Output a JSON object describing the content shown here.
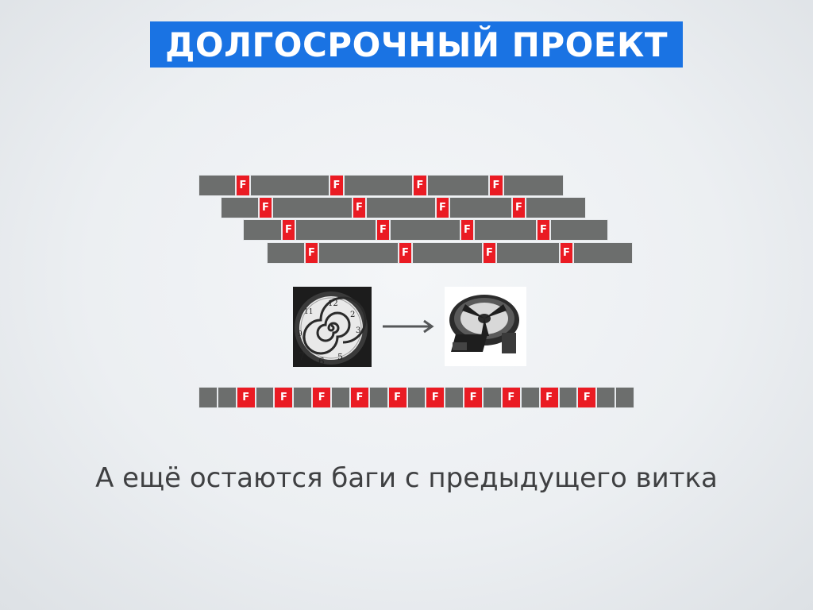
{
  "slide": {
    "title": "ДОЛГОСРОЧНЫЙ ПРОЕКТ",
    "caption": "А ещё остаются баги с предыдущего витка"
  },
  "diagram": {
    "marker_label": "F",
    "marker_color": "#ea1b23",
    "block_color": "#6c6e6d",
    "title_color": "#1a73e3",
    "staggered_strips": [
      [
        "block",
        "F",
        "block",
        "F",
        "block",
        "F",
        "block",
        "F",
        "block"
      ],
      [
        "block",
        "F",
        "block",
        "F",
        "block",
        "F",
        "block",
        "F",
        "block"
      ],
      [
        "block",
        "F",
        "block",
        "F",
        "block",
        "F",
        "block",
        "F",
        "block"
      ],
      [
        "block",
        "F",
        "block",
        "F",
        "block",
        "F",
        "block",
        "F",
        "block"
      ]
    ],
    "flow": [
      {
        "icon": "spiral-clock-icon"
      },
      {
        "icon": "arrow-right-icon"
      },
      {
        "icon": "film-reel-icon"
      }
    ],
    "merged_strip": [
      "block",
      "block",
      "F",
      "block",
      "F",
      "block",
      "F",
      "block",
      "F",
      "block",
      "F",
      "block",
      "F",
      "block",
      "F",
      "block",
      "F",
      "block",
      "F",
      "block",
      "F",
      "block",
      "block"
    ]
  }
}
